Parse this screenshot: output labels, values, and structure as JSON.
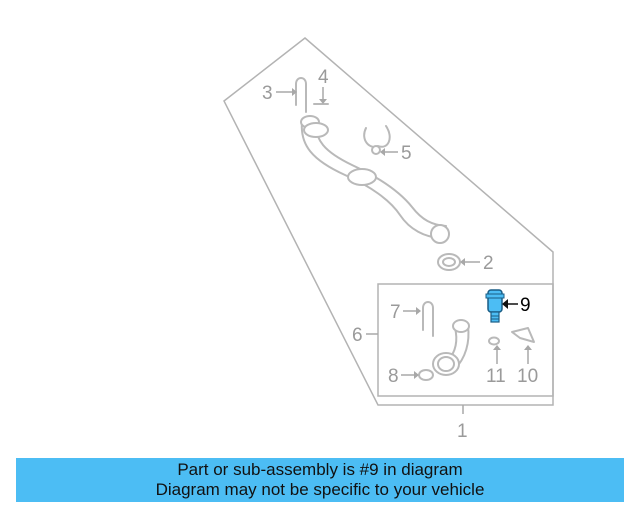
{
  "callouts": {
    "c1": "1",
    "c2": "2",
    "c3": "3",
    "c4": "4",
    "c5": "5",
    "c6": "6",
    "c7": "7",
    "c8": "8",
    "c9": "9",
    "c10": "10",
    "c11": "11"
  },
  "highlighted_part": "9",
  "colors": {
    "highlight": "#4cbdf4",
    "outline": "#b9b9b9",
    "banner_background": "#4cbdf4"
  },
  "banner": {
    "line1": "Part or sub-assembly is #9 in diagram",
    "line2": "Diagram may not be specific to your vehicle"
  }
}
